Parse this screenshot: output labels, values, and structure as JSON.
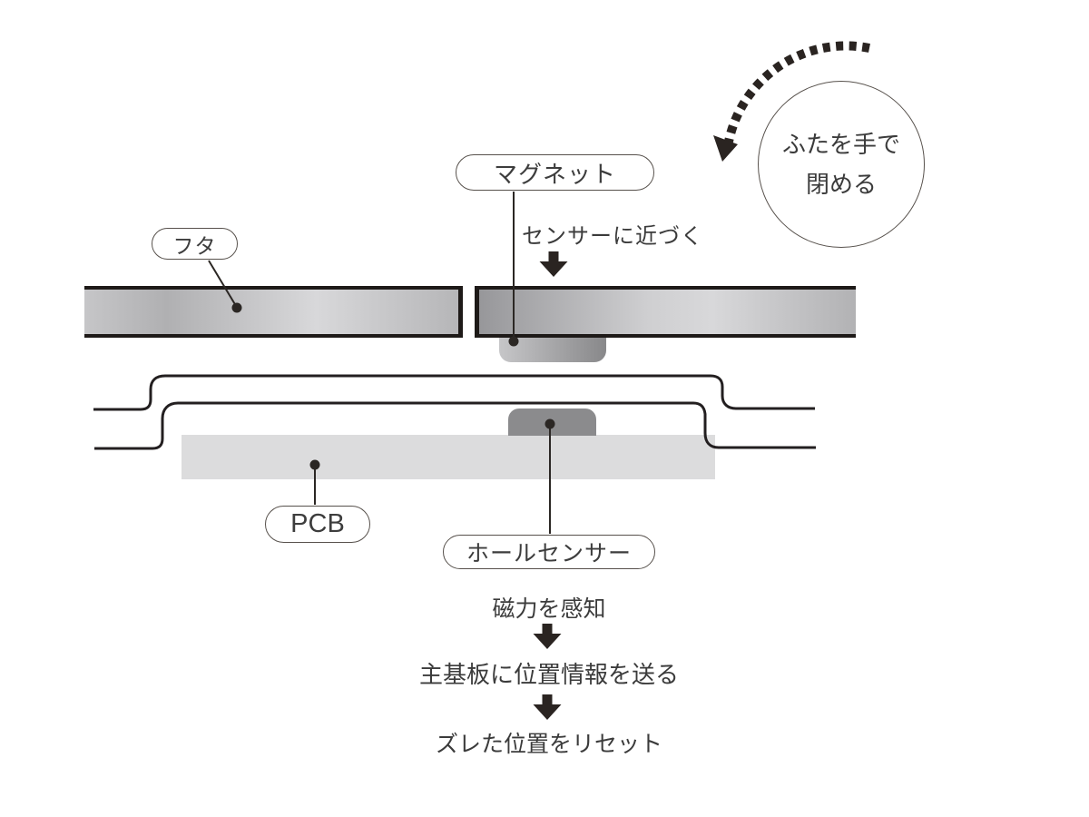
{
  "labels": {
    "lid": "フタ",
    "magnet": "マグネット",
    "pcb": "PCB",
    "hall_sensor": "ホールセンサー"
  },
  "annotations": {
    "magnet_action": "センサーに近づく",
    "close_lid_line1": "ふたを手で",
    "close_lid_line2": "閉める"
  },
  "flow": {
    "step1": "磁力を感知",
    "step2": "主基板に位置情報を送る",
    "step3": "ズレた位置をリセット"
  },
  "colors": {
    "ink": "#231f20",
    "text": "#3b3b3b",
    "lid_gradient_dark": "#97979a",
    "lid_gradient_light": "#d8d8da",
    "magnet_dark": "#88888a",
    "sensor_fill": "#8b8b8d",
    "pcb_fill": "#dcdcdd",
    "background": "#ffffff"
  }
}
